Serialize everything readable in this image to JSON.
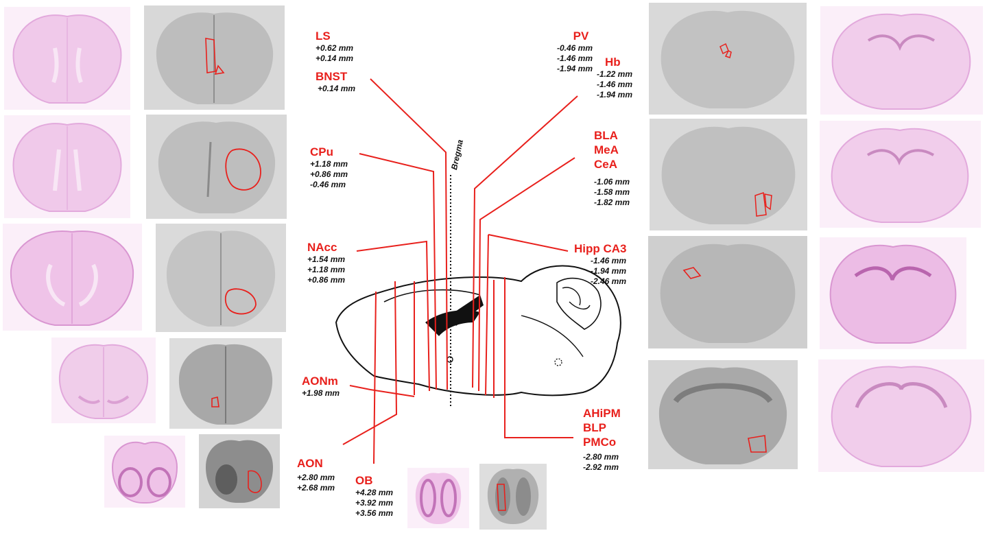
{
  "colors": {
    "label": "#e8201c",
    "coord": "#111111",
    "line": "#e8201c",
    "nissl": "#f3d6ee",
    "autorad": "#b9b9b9"
  },
  "regions": {
    "ls": {
      "name": "LS",
      "coords": [
        "+0.62 mm",
        "+0.14 mm"
      ]
    },
    "bnst": {
      "name": "BNST",
      "coords": [
        "+0.14 mm"
      ]
    },
    "cpu": {
      "name": "CPu",
      "coords": [
        "+1.18 mm",
        "+0.86 mm",
        "-0.46 mm"
      ]
    },
    "nacc": {
      "name": "NAcc",
      "coords": [
        "+1.54 mm",
        "+1.18 mm",
        "+0.86 mm"
      ]
    },
    "aonm": {
      "name": "AONm",
      "coords": [
        "+1.98 mm"
      ]
    },
    "aon": {
      "name": "AON",
      "coords": [
        "+2.80 mm",
        "+2.68 mm"
      ]
    },
    "ob": {
      "name": "OB",
      "coords": [
        "+4.28 mm",
        "+3.92 mm",
        "+3.56 mm"
      ]
    },
    "pv": {
      "name": "PV",
      "coords": [
        "-0.46 mm",
        "-1.46 mm",
        "-1.94 mm"
      ]
    },
    "hb": {
      "name": "Hb",
      "coords": [
        "-1.22 mm",
        "-1.46 mm",
        "-1.94 mm"
      ]
    },
    "amyg": {
      "names": [
        "BLA",
        "MeA",
        "CeA"
      ],
      "coords": [
        "-1.06 mm",
        "-1.58 mm",
        "-1.82 mm"
      ]
    },
    "hipp": {
      "name": "Hipp CA3",
      "coords": [
        "-1.46 mm",
        "-1.94 mm",
        "-2.46 mm"
      ]
    },
    "ahipm": {
      "names": [
        "AHiPM",
        "BLP",
        "PMCo"
      ],
      "coords": [
        "-2.80 mm",
        "-2.92 mm"
      ]
    }
  },
  "bregma_label": "Bregma"
}
